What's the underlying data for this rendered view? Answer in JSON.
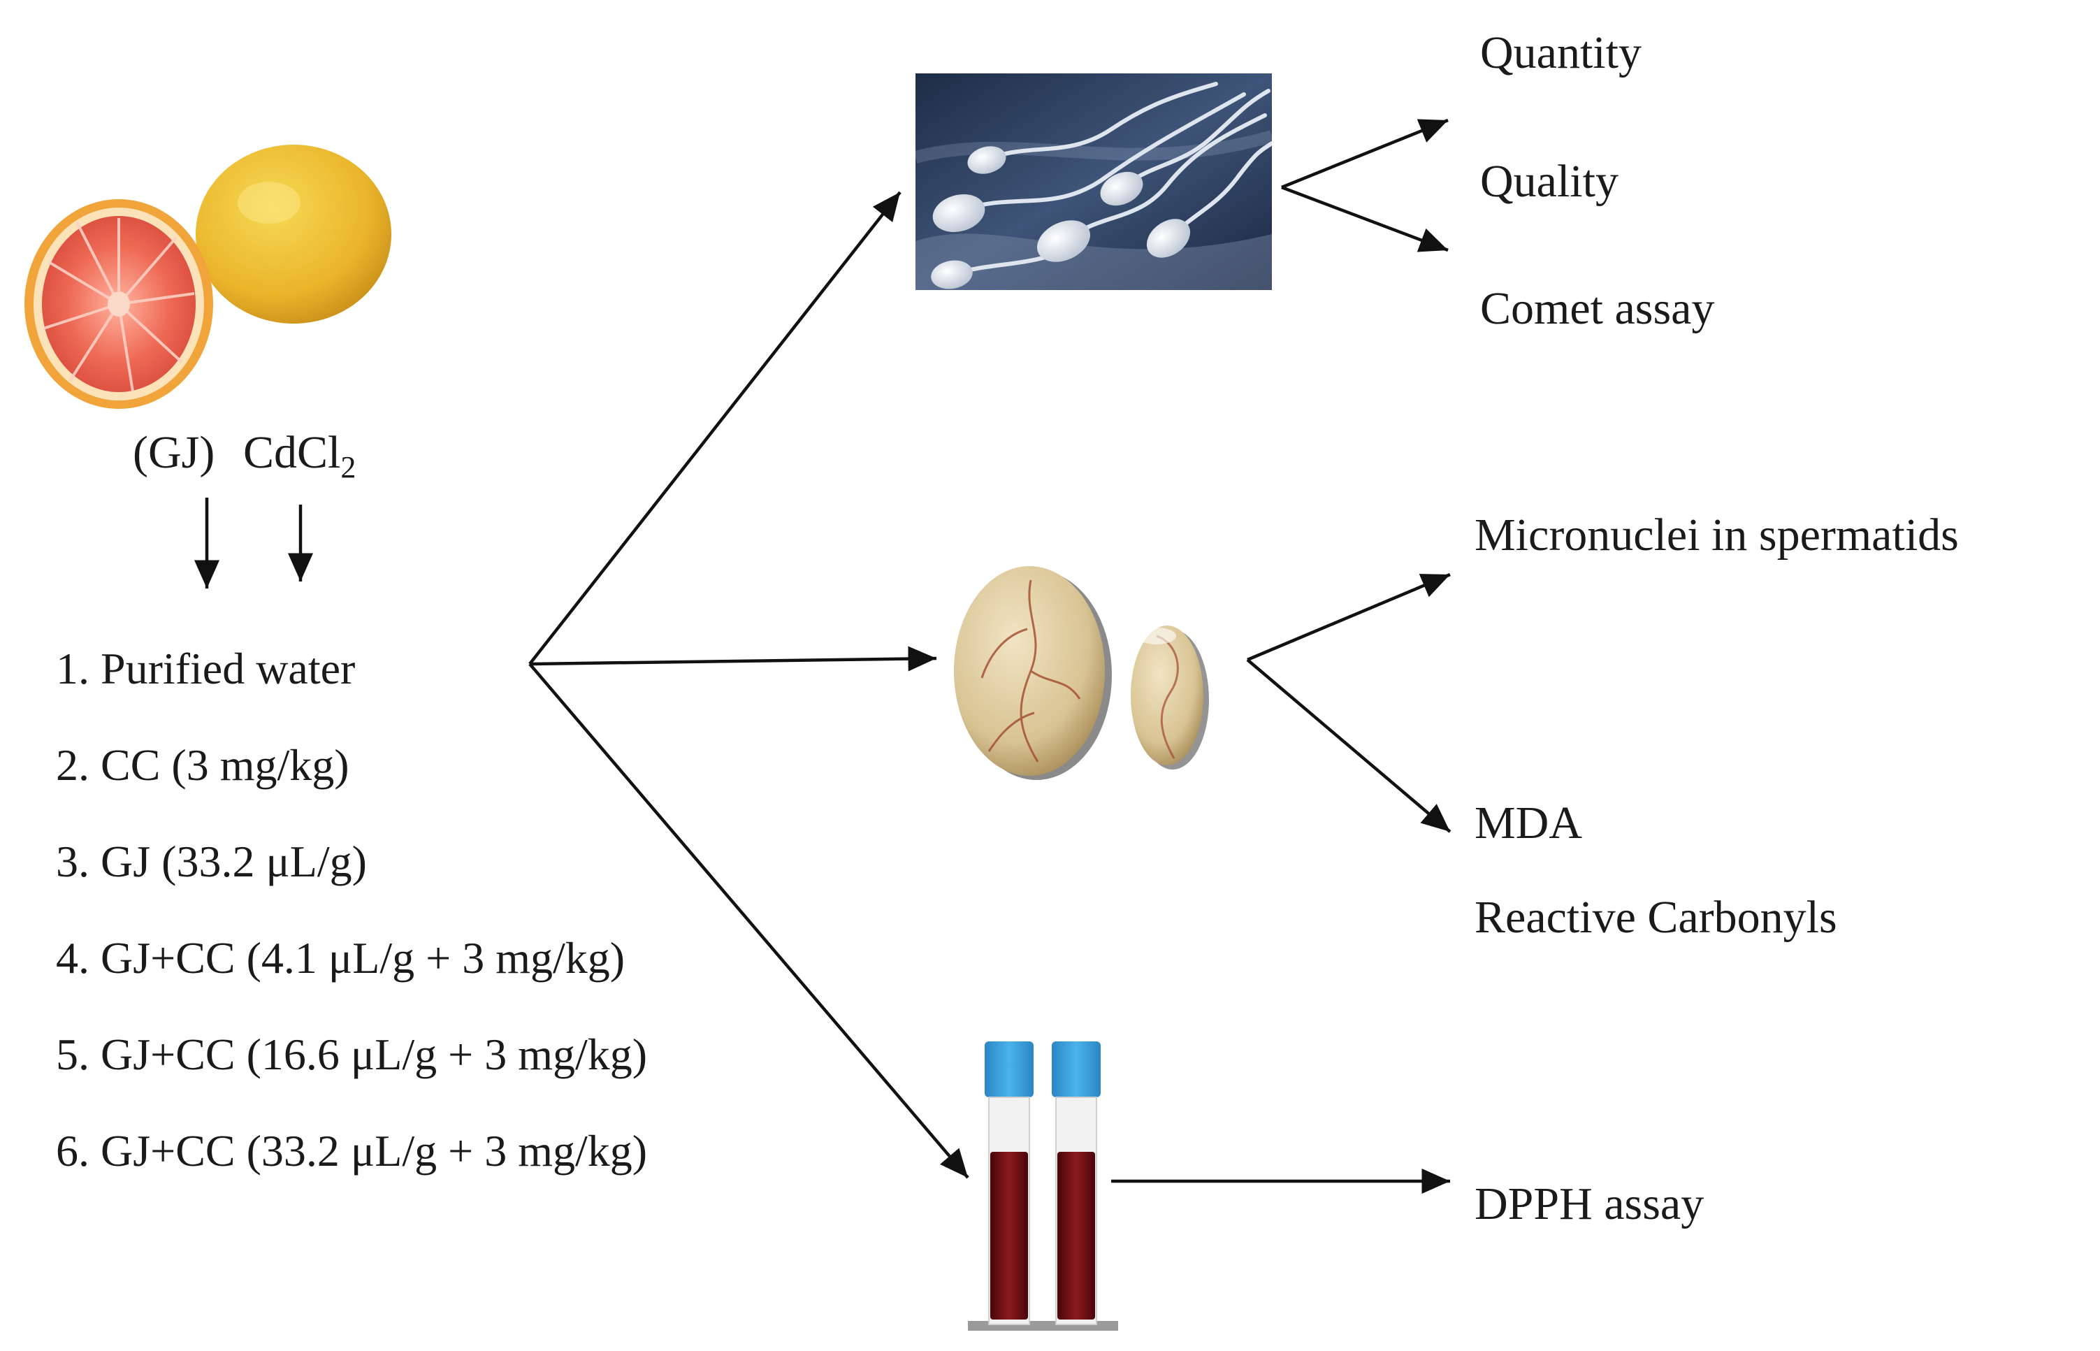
{
  "inputs": {
    "gj_label": "(GJ)",
    "cd_label": "CdCl",
    "cd_subscript": "2"
  },
  "groups": [
    "1. Purified water",
    "2. CC (3 mg/kg)",
    "3. GJ (33.2 μL/g)",
    "4. GJ+CC (4.1 μL/g + 3 mg/kg)",
    "5. GJ+CC (16.6 μL/g + 3 mg/kg)",
    "6. GJ+CC (33.2 μL/g + 3 mg/kg)"
  ],
  "sperm_outputs": {
    "quantity": "Quantity",
    "quality": "Quality",
    "comet": "Comet assay"
  },
  "testis_outputs": {
    "micronuclei": "Micronuclei in spermatids",
    "mda": "MDA",
    "carbonyls": "Reactive Carbonyls"
  },
  "blood_outputs": {
    "dpph": "DPPH assay"
  },
  "icons": [
    "grapefruit-image",
    "sperm-image",
    "testes-image",
    "blood-tubes-image"
  ],
  "colors": {
    "grapefruit_flesh": "#e8594a",
    "grapefruit_peel": "#f0b72c",
    "sperm_bg": "#2c3e5c",
    "testis": "#d9c7a0",
    "tube_cap": "#3aa0dc",
    "blood": "#6e0f14"
  }
}
